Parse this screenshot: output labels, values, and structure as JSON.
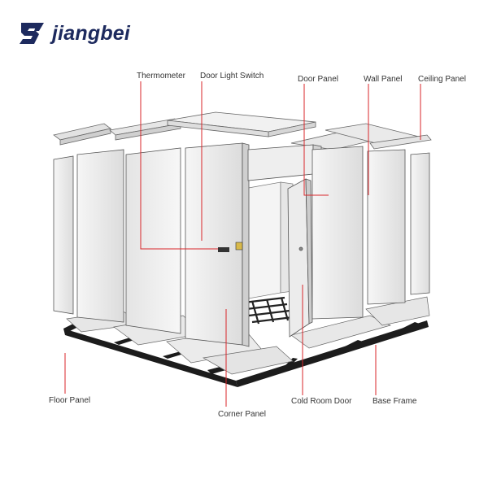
{
  "brand": {
    "name": "jiangbei",
    "logo_icon": "jiangbei-logo-icon",
    "color": "#1d2a5e"
  },
  "labels": {
    "thermometer": "Thermometer",
    "door_light_switch": "Door Light Switch",
    "door_panel": "Door Panel",
    "wall_panel": "Wall Panel",
    "ceiling_panel": "Ceiling Panel",
    "floor_panel": "Floor Panel",
    "corner_panel": "Corner Panel",
    "cold_room_door": "Cold Room Door",
    "base_frame": "Base Frame"
  },
  "colors": {
    "leader_line": "#d9262a",
    "panel": "#eeeeee",
    "frame": "#1c1c1c",
    "outline": "#555555"
  }
}
